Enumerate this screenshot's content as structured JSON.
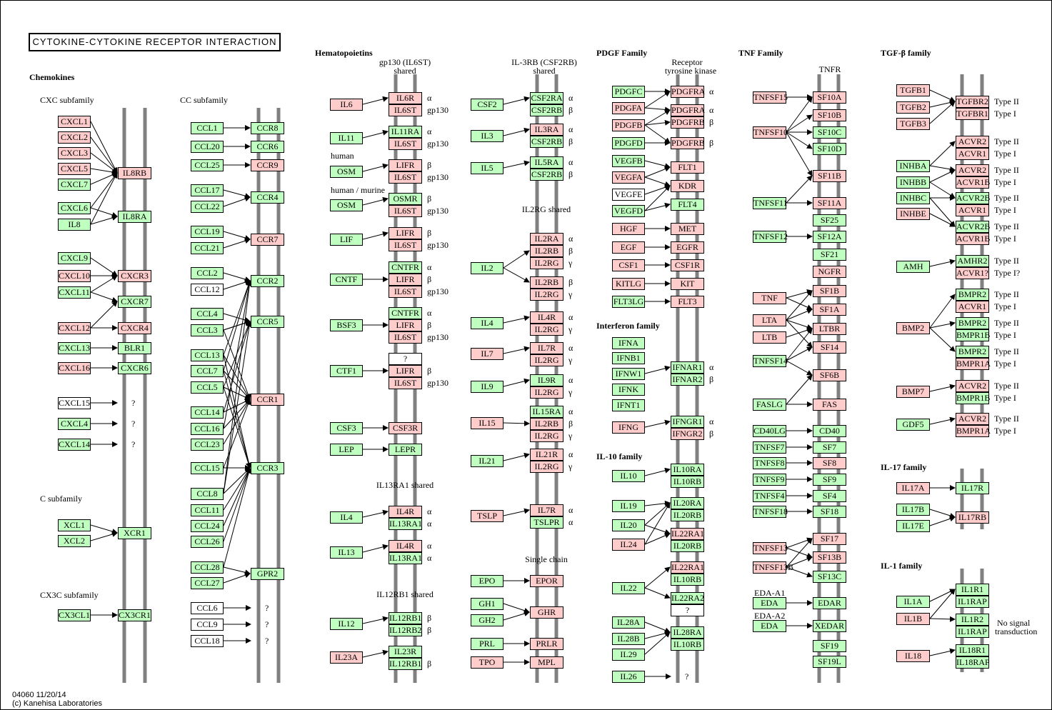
{
  "title": "CYTOKINE-CYTOKINE RECEPTOR INTERACTION",
  "footer": {
    "line1": "04060 11/20/14",
    "line2": "(c) Kanehisa Laboratories"
  },
  "colors": {
    "pink": "#ffcccc",
    "green": "#bfffbf",
    "white": "#ffffff",
    "bar": "#808080"
  },
  "labels": {
    "chemokines": "Chemokines",
    "cxc": "CXC subfamily",
    "cc": "CC subfamily",
    "c": "C subfamily",
    "cx3c": "CX3C subfamily",
    "hema": "Hematopoietins",
    "gp130": "gp130 (IL6ST)",
    "gp130b": "shared",
    "il3rb": "IL-3RB (CSF2RB)",
    "il3rbb": "shared",
    "human": "human",
    "humanmurine": "human / murine",
    "il2rg": "IL2RG shared",
    "il13ra1": "IL13RA1 shared",
    "il12rb1": "IL12RB1 shared",
    "single": "Single chain",
    "pdgf": "PDGF Family",
    "rtk1": "Receptor",
    "rtk2": "tyrosine kinase",
    "ifn": "Interferon family",
    "il10": "IL-10 family",
    "tnf": "TNF Family",
    "tnfr": "TNFR",
    "tgfb": "TGF-β family",
    "il17": "IL-17 family",
    "il1": "IL-1 family",
    "eda1": "EDA-A1",
    "eda2": "EDA-A2",
    "nosig1": "No signal",
    "nosig2": "transduction"
  },
  "genes": {
    "CXCL1": "CXCL1",
    "CXCL2": "CXCL2",
    "CXCL3": "CXCL3",
    "CXCL5": "CXCL5",
    "CXCL7": "CXCL7",
    "CXCL6": "CXCL6",
    "IL8": "IL8",
    "IL8RB": "IL8RB",
    "IL8RA": "IL8RA",
    "CXCL9": "CXCL9",
    "CXCL10": "CXCL10",
    "CXCL11": "CXCL11",
    "CXCR3": "CXCR3",
    "CXCR7": "CXCR7",
    "CXCL12": "CXCL12",
    "CXCR4": "CXCR4",
    "CXCL13": "CXCL13",
    "BLR1": "BLR1",
    "CXCL16": "CXCL16",
    "CXCR6": "CXCR6",
    "CXCL15": "CXCL15",
    "CXCL4": "CXCL4",
    "CXCL14": "CXCL14",
    "XCL1": "XCL1",
    "XCL2": "XCL2",
    "XCR1": "XCR1",
    "CX3CL1": "CX3CL1",
    "CX3CR1": "CX3CR1",
    "CCL1": "CCL1",
    "CCR8": "CCR8",
    "CCL20": "CCL20",
    "CCR6": "CCR6",
    "CCL25": "CCL25",
    "CCR9": "CCR9",
    "CCL17": "CCL17",
    "CCL22": "CCL22",
    "CCR4": "CCR4",
    "CCL19": "CCL19",
    "CCL21": "CCL21",
    "CCR7": "CCR7",
    "CCL2": "CCL2",
    "CCL12": "CCL12",
    "CCR2": "CCR2",
    "CCL4": "CCL4",
    "CCL3": "CCL3",
    "CCR5": "CCR5",
    "CCL13": "CCL13",
    "CCL7": "CCL7",
    "CCL5": "CCL5",
    "CCR1": "CCR1",
    "CCL14": "CCL14",
    "CCL16": "CCL16",
    "CCL23": "CCL23",
    "CCL15": "CCL15",
    "CCR3": "CCR3",
    "CCL8": "CCL8",
    "CCL11": "CCL11",
    "CCL24": "CCL24",
    "CCL26": "CCL26",
    "CCL28": "CCL28",
    "CCL27": "CCL27",
    "GPR2": "GPR2",
    "CCL6": "CCL6",
    "CCL9": "CCL9",
    "CCL18": "CCL18",
    "IL6": "IL6",
    "IL6R": "IL6R",
    "IL6ST": "IL6ST",
    "IL11": "IL11",
    "IL11RA": "IL11RA",
    "OSM": "OSM",
    "LIFR": "LIFR",
    "OSMR": "OSMR",
    "LIF": "LIF",
    "CNTF": "CNTF",
    "CNTFR": "CNTFR",
    "BSF3": "BSF3",
    "CTF1": "CTF1",
    "CSF3": "CSF3",
    "CSF3R": "CSF3R",
    "LEP": "LEP",
    "LEPR": "LEPR",
    "IL4": "IL4",
    "IL4R": "IL4R",
    "IL13RA1": "IL13RA1",
    "IL13": "IL13",
    "IL12": "IL12",
    "IL12RB1": "IL12RB1",
    "IL12RB2": "IL12RB2",
    "IL23A": "IL23A",
    "IL23R": "IL23R",
    "CSF2": "CSF2",
    "CSF2RA": "CSF2RA",
    "CSF2RB": "CSF2RB",
    "IL3": "IL3",
    "IL3RA": "IL3RA",
    "IL5": "IL5",
    "IL5RA": "IL5RA",
    "IL2": "IL2",
    "IL2RA": "IL2RA",
    "IL2RB": "IL2RB",
    "IL2RG": "IL2RG",
    "IL4R2": "IL4R",
    "IL7": "IL7",
    "IL7R": "IL7R",
    "IL9": "IL9",
    "IL9R": "IL9R",
    "IL15": "IL15",
    "IL15RA": "IL15RA",
    "IL21": "IL21",
    "IL21R": "IL21R",
    "TSLP": "TSLP",
    "TSLPR": "TSLPR",
    "EPO": "EPO",
    "EPOR": "EPOR",
    "GH1": "GH1",
    "GH2": "GH2",
    "GHR": "GHR",
    "PRL": "PRL",
    "PRLR": "PRLR",
    "TPO": "TPO",
    "MPL": "MPL",
    "PDGFC": "PDGFC",
    "PDGFA": "PDGFA",
    "PDGFB": "PDGFB",
    "PDGFD": "PDGFD",
    "PDGFRA": "PDGFRA",
    "PDGFRB": "PDGFRB",
    "VEGFB": "VEGFB",
    "VEGFA": "VEGFA",
    "VEGFE": "VEGFE",
    "VEGFD": "VEGFD",
    "FLT1": "FLT1",
    "KDR": "KDR",
    "FLT4": "FLT4",
    "HGF": "HGF",
    "MET": "MET",
    "EGF": "EGF",
    "EGFR": "EGFR",
    "CSF1": "CSF1",
    "CSF1R": "CSF1R",
    "KITLG": "KITLG",
    "KIT": "KIT",
    "FLT3LG": "FLT3LG",
    "FLT3": "FLT3",
    "IFNA": "IFNA",
    "IFNB1": "IFNB1",
    "IFNW1": "IFNW1",
    "IFNK": "IFNK",
    "IFNT1": "IFNT1",
    "IFNAR1": "IFNAR1",
    "IFNAR2": "IFNAR2",
    "IFNG": "IFNG",
    "IFNGR1": "IFNGR1",
    "IFNGR2": "IFNGR2",
    "IL10": "IL10",
    "IL10RA": "IL10RA",
    "IL10RB": "IL10RB",
    "IL19": "IL19",
    "IL20": "IL20",
    "IL20RA": "IL20RA",
    "IL20RB": "IL20RB",
    "IL24": "IL24",
    "IL22RA1": "IL22RA1",
    "IL22": "IL22",
    "IL22RA2": "IL22RA2",
    "IL28A": "IL28A",
    "IL28B": "IL28B",
    "IL29": "IL29",
    "IL28RA": "IL28RA",
    "IL26": "IL26",
    "TNFSF15": "TNFSF15",
    "TNFSF10": "TNFSF10",
    "TNFSF11": "TNFSF11",
    "TNFSF12": "TNFSF12",
    "TNF": "TNF",
    "LTA": "LTA",
    "LTB": "LTB",
    "TNFSF14": "TNFSF14",
    "FASLG": "FASLG",
    "CD40LG": "CD40LG",
    "TNFSF7": "TNFSF7",
    "TNFSF8": "TNFSF8",
    "TNFSF9": "TNFSF9",
    "TNFSF4": "TNFSF4",
    "TNFSF18": "TNFSF18",
    "TNFSF13": "TNFSF13",
    "TNFSF13B": "TNFSF13B",
    "EDA": "EDA",
    "SF10A": "SF10A",
    "SF10B": "SF10B",
    "SF10C": "SF10C",
    "SF10D": "SF10D",
    "SF11B": "SF11B",
    "SF11A": "SF11A",
    "SF25": "SF25",
    "SF12A": "SF12A",
    "SF21": "SF21",
    "NGFR": "NGFR",
    "SF1B": "SF1B",
    "SF1A": "SF1A",
    "LTBR": "LTBR",
    "SF14": "SF14",
    "SF6B": "SF6B",
    "FAS": "FAS",
    "CD40": "CD40",
    "SF7": "SF7",
    "SF8": "SF8",
    "SF9": "SF9",
    "SF4": "SF4",
    "SF18": "SF18",
    "SF17": "SF17",
    "SF13B": "SF13B",
    "SF13C": "SF13C",
    "EDAR": "EDAR",
    "XEDAR": "XEDAR",
    "SF19": "SF19",
    "SF19L": "SF19L",
    "TGFB1": "TGFB1",
    "TGFB2": "TGFB2",
    "TGFB3": "TGFB3",
    "TGFBR2": "TGFBR2",
    "TGFBR1": "TGFBR1",
    "INHBA": "INHBA",
    "INHBB": "INHBB",
    "INHBC": "INHBC",
    "INHBE": "INHBE",
    "ACVR2": "ACVR2",
    "ACVR1": "ACVR1",
    "ACVR1B": "ACVR1B",
    "ACVR2B": "ACVR2B",
    "AMH": "AMH",
    "AMHR2": "AMHR2",
    "ACVR1Q": "ACVR1?",
    "BMP2": "BMP2",
    "BMPR2": "BMPR2",
    "BMPR1B": "BMPR1B",
    "BMPR1A": "BMPR1A",
    "BMP7": "BMP7",
    "GDF5": "GDF5",
    "IL17A": "IL17A",
    "IL17R": "IL17R",
    "IL17B": "IL17B",
    "IL17E": "IL17E",
    "IL17RB": "IL17RB",
    "IL1A": "IL1A",
    "IL1B": "IL1B",
    "IL1R1": "IL1R1",
    "IL1RAP": "IL1RAP",
    "IL1R2": "IL1R2",
    "IL18": "IL18",
    "IL18R1": "IL18R1",
    "IL18RAP": "IL18RAP",
    "Q": "?"
  },
  "subunits": {
    "a": "α",
    "b": "β",
    "g": "γ",
    "gp": "gp130",
    "t2": "Type II",
    "t1": "Type I",
    "t1q": "Type I?"
  }
}
